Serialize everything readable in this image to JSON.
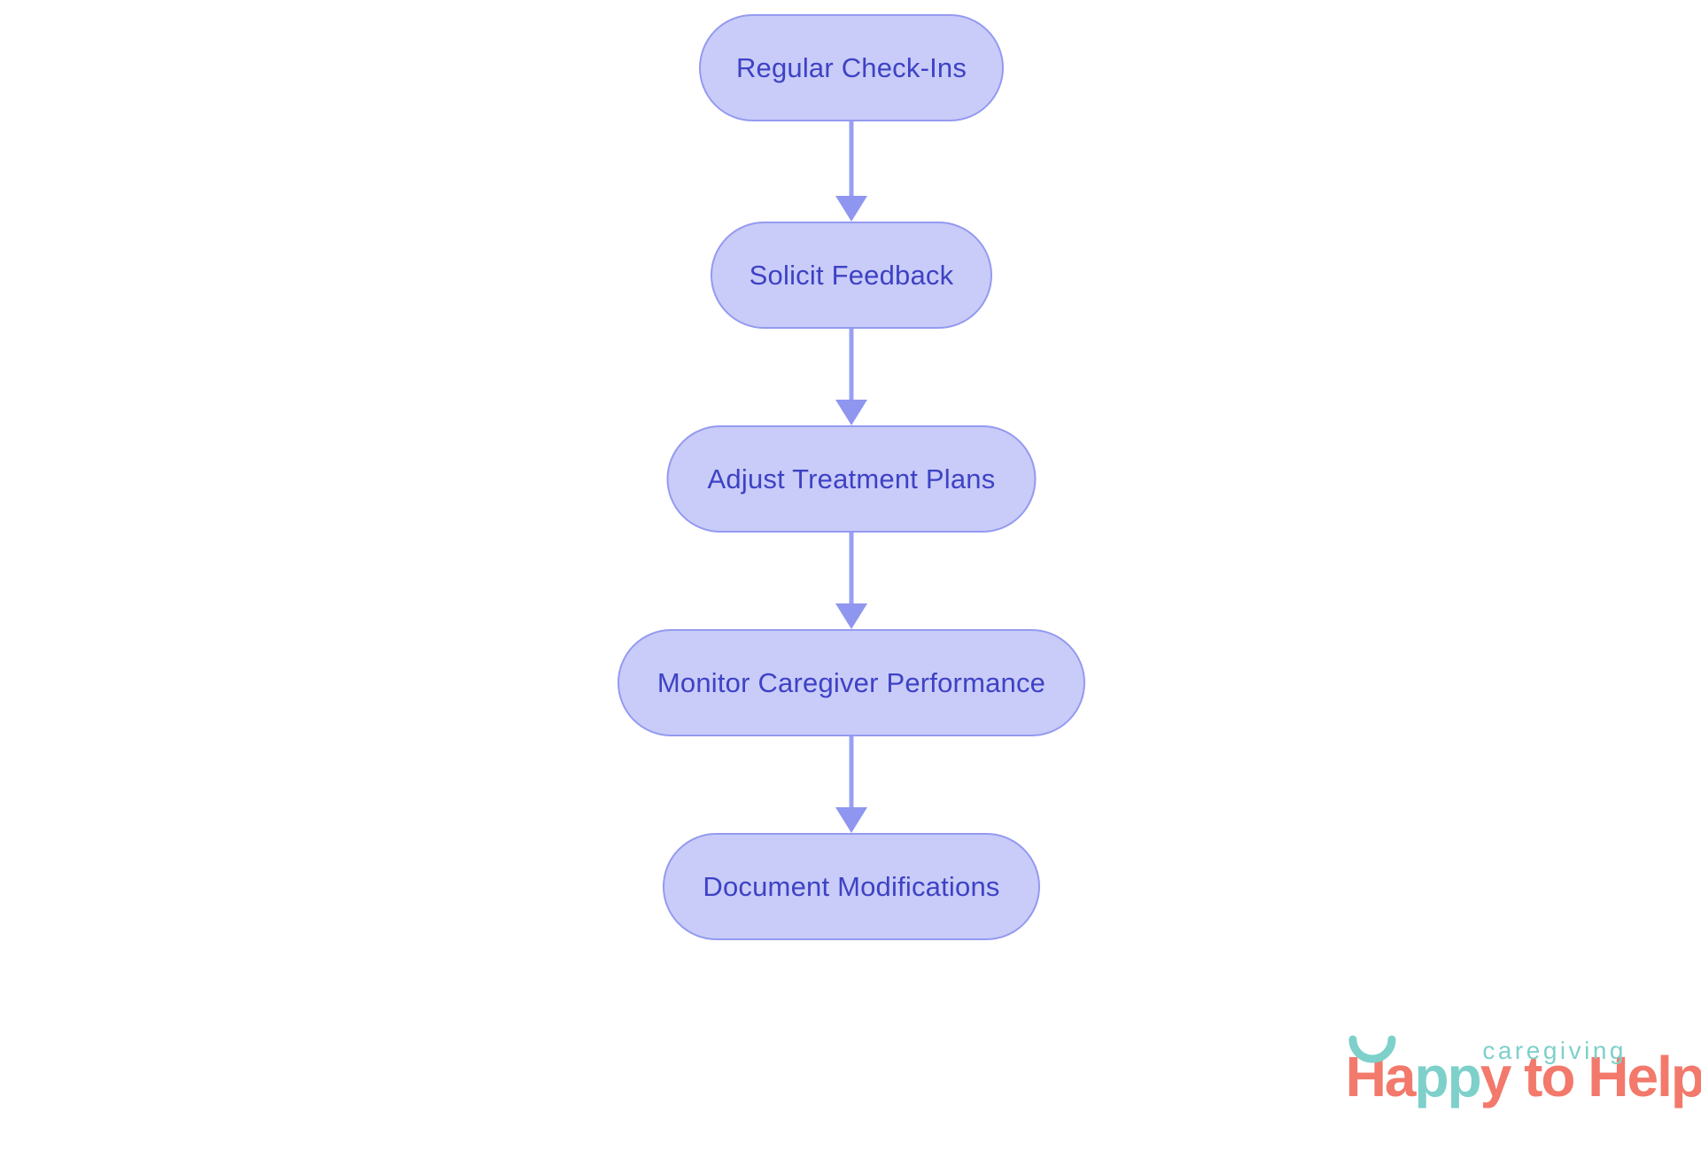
{
  "flowchart": {
    "type": "vertical-flow",
    "direction": "top-to-bottom",
    "nodes": [
      {
        "id": 1,
        "label": "Regular Check-Ins"
      },
      {
        "id": 2,
        "label": "Solicit Feedback"
      },
      {
        "id": 3,
        "label": "Adjust Treatment Plans"
      },
      {
        "id": 4,
        "label": "Monitor Caregiver Performance"
      },
      {
        "id": 5,
        "label": "Document Modifications"
      }
    ],
    "edges": [
      {
        "from": "Regular Check-Ins",
        "to": "Solicit Feedback"
      },
      {
        "from": "Solicit Feedback",
        "to": "Adjust Treatment Plans"
      },
      {
        "from": "Adjust Treatment Plans",
        "to": "Monitor Caregiver Performance"
      },
      {
        "from": "Monitor Caregiver Performance",
        "to": "Document Modifications"
      }
    ],
    "colors": {
      "node_fill": "#c9ccf8",
      "node_border": "#949af0",
      "node_text": "#3e42c4",
      "arrow": "#8f96ef",
      "background": "#ffffff"
    }
  },
  "logo": {
    "word_parts": [
      {
        "text": "Ha",
        "color": "#f2796b"
      },
      {
        "text": "pp",
        "color": "#7ed0ca"
      },
      {
        "text": "y",
        "color": "#f2796b"
      },
      {
        "text": " to Help",
        "color": "#f2796b"
      }
    ],
    "tagline": "caregiving",
    "colors": {
      "coral": "#f2796b",
      "teal": "#7ed0ca"
    }
  }
}
